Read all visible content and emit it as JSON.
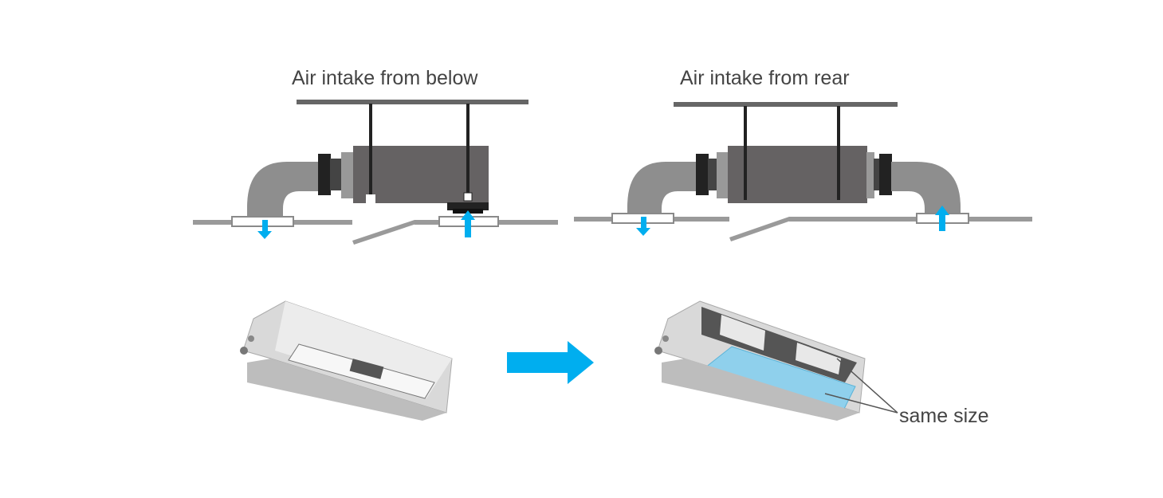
{
  "diagram": {
    "left_title": "Air intake from below",
    "right_title": "Air intake from rear",
    "annotation": "same size",
    "colors": {
      "airflow": "#00aeef",
      "unit": "#656263",
      "duct": "#8e8e8e",
      "filter": "#8fd0ec"
    }
  }
}
